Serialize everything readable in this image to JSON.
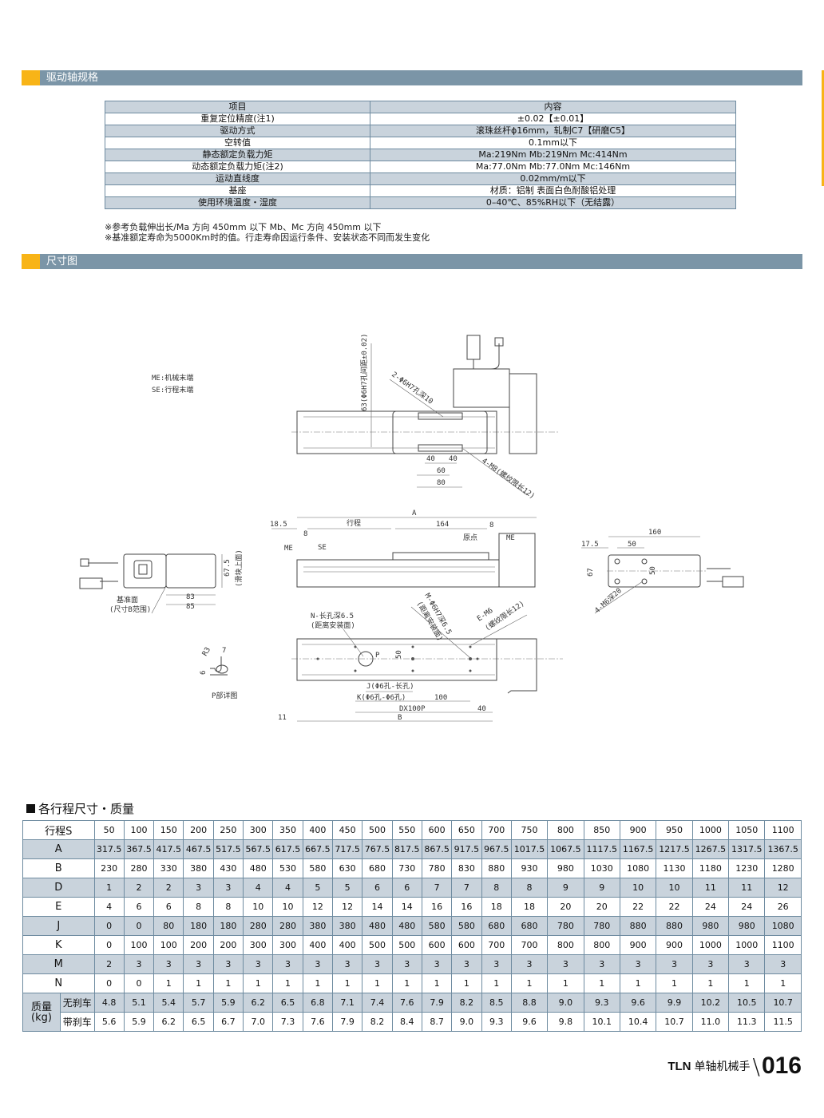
{
  "sections": {
    "drive_spec": "驱动轴规格",
    "dimensions": "尺寸图"
  },
  "spec_table": {
    "header": [
      "项目",
      "内容"
    ],
    "rows": [
      [
        "重复定位精度(注1)",
        "±0.02【±0.01】"
      ],
      [
        "驱动方式",
        "滚珠丝杆ϕ16mm，轧制C7【研磨C5】"
      ],
      [
        "空转值",
        "0.1mm以下"
      ],
      [
        "静态额定负载力矩",
        "Ma:219Nm   Mb:219Nm   Mc:414Nm"
      ],
      [
        "动态额定负载力矩(注2)",
        "Ma:77.0Nm   Mb:77.0Nm   Mc:146Nm"
      ],
      [
        "运动直线度",
        "0.02mm/m以下"
      ],
      [
        "基座",
        "材质：铝制  表面白色耐酸铝处理"
      ],
      [
        "使用环境温度・湿度",
        "0–40℃、85%RH以下（无结露）"
      ]
    ],
    "notes": [
      "※参考负载伸出长/Ma 方向 450mm 以下    Mb、Mc 方向 450mm 以下",
      "※基准额定寿命为5000Km时的值。行走寿命因运行条件、安装状态不同而发生变化"
    ]
  },
  "drawing": {
    "legend": [
      "ME:机械末端",
      "SE:行程末端"
    ],
    "top_view": {
      "pin_pitch": "63(Φ6H7孔间距±0.02)",
      "pin_holes": "2-Φ6H7孔深10",
      "tap_holes": "4-M8(螺纹限长12)",
      "d40a": "40",
      "d40b": "40",
      "d60": "60",
      "d80": "80"
    },
    "side_view": {
      "A": "A",
      "d18_5": "18.5",
      "stroke": "行程",
      "d164": "164",
      "d8a": "8",
      "d8b": "8",
      "me1": "ME",
      "se": "SE",
      "origin": "原点",
      "me2": "ME"
    },
    "bottom_view": {
      "slot": "N-长孔深6.5",
      "slot_sub": "(距离安装面)",
      "pin": "M-Φ6H7深6.5",
      "pin_sub": "(距离安装面)",
      "tap": "E-M6",
      "tap_sub": "(螺纹限长12)",
      "p": "P",
      "d50": "50",
      "J": "J(Φ6孔-长孔)",
      "K": "K(Φ6孔-Φ6孔)",
      "d100": "100",
      "dx": "DX100P",
      "d40": "40",
      "B": "B",
      "d11": "11"
    },
    "end_view_left": {
      "ref": "基准面",
      "ref_sub": "(尺寸B范围)",
      "d83": "83",
      "d85": "85",
      "d67_5": "67.5",
      "slider_top": "(滑块上面)"
    },
    "p_detail": {
      "r3": "R3",
      "d7": "7",
      "d6": "6",
      "title": "P部详图"
    },
    "end_view_right": {
      "d160": "160",
      "d17_5": "17.5",
      "d50a": "50",
      "d67": "67",
      "d50b": "50",
      "tap": "4-M6深20"
    }
  },
  "stroke_table": {
    "title": "各行程尺寸・质量",
    "stroke_label": "行程S",
    "strokes": [
      "50",
      "100",
      "150",
      "200",
      "250",
      "300",
      "350",
      "400",
      "450",
      "500",
      "550",
      "600",
      "650",
      "700",
      "750",
      "800",
      "850",
      "900",
      "950",
      "1000",
      "1050",
      "1100"
    ],
    "rows": [
      {
        "label": "A",
        "values": [
          "317.5",
          "367.5",
          "417.5",
          "467.5",
          "517.5",
          "567.5",
          "617.5",
          "667.5",
          "717.5",
          "767.5",
          "817.5",
          "867.5",
          "917.5",
          "967.5",
          "1017.5",
          "1067.5",
          "1117.5",
          "1167.5",
          "1217.5",
          "1267.5",
          "1317.5",
          "1367.5"
        ]
      },
      {
        "label": "B",
        "values": [
          "230",
          "280",
          "330",
          "380",
          "430",
          "480",
          "530",
          "580",
          "630",
          "680",
          "730",
          "780",
          "830",
          "880",
          "930",
          "980",
          "1030",
          "1080",
          "1130",
          "1180",
          "1230",
          "1280"
        ]
      },
      {
        "label": "D",
        "values": [
          "1",
          "2",
          "2",
          "3",
          "3",
          "4",
          "4",
          "5",
          "5",
          "6",
          "6",
          "7",
          "7",
          "8",
          "8",
          "9",
          "9",
          "10",
          "10",
          "11",
          "11",
          "12"
        ]
      },
      {
        "label": "E",
        "values": [
          "4",
          "6",
          "6",
          "8",
          "8",
          "10",
          "10",
          "12",
          "12",
          "14",
          "14",
          "16",
          "16",
          "18",
          "18",
          "20",
          "20",
          "22",
          "22",
          "24",
          "24",
          "26"
        ]
      },
      {
        "label": "J",
        "values": [
          "0",
          "0",
          "80",
          "180",
          "180",
          "280",
          "280",
          "380",
          "380",
          "480",
          "480",
          "580",
          "580",
          "680",
          "680",
          "780",
          "780",
          "880",
          "880",
          "980",
          "980",
          "1080"
        ]
      },
      {
        "label": "K",
        "values": [
          "0",
          "100",
          "100",
          "200",
          "200",
          "300",
          "300",
          "400",
          "400",
          "500",
          "500",
          "600",
          "600",
          "700",
          "700",
          "800",
          "800",
          "900",
          "900",
          "1000",
          "1000",
          "1100"
        ]
      },
      {
        "label": "M",
        "values": [
          "2",
          "3",
          "3",
          "3",
          "3",
          "3",
          "3",
          "3",
          "3",
          "3",
          "3",
          "3",
          "3",
          "3",
          "3",
          "3",
          "3",
          "3",
          "3",
          "3",
          "3",
          "3"
        ]
      },
      {
        "label": "N",
        "values": [
          "0",
          "0",
          "1",
          "1",
          "1",
          "1",
          "1",
          "1",
          "1",
          "1",
          "1",
          "1",
          "1",
          "1",
          "1",
          "1",
          "1",
          "1",
          "1",
          "1",
          "1",
          "1"
        ]
      }
    ],
    "mass_label": "质量",
    "mass_unit": "(kg)",
    "mass_rows": [
      {
        "label": "无刹车",
        "values": [
          "4.8",
          "5.1",
          "5.4",
          "5.7",
          "5.9",
          "6.2",
          "6.5",
          "6.8",
          "7.1",
          "7.4",
          "7.6",
          "7.9",
          "8.2",
          "8.5",
          "8.8",
          "9.0",
          "9.3",
          "9.6",
          "9.9",
          "10.2",
          "10.5",
          "10.7"
        ]
      },
      {
        "label": "带刹车",
        "values": [
          "5.6",
          "5.9",
          "6.2",
          "6.5",
          "6.7",
          "7.0",
          "7.3",
          "7.6",
          "7.9",
          "8.2",
          "8.4",
          "8.7",
          "9.0",
          "9.3",
          "9.6",
          "9.8",
          "10.1",
          "10.4",
          "10.7",
          "11.0",
          "11.3",
          "11.5"
        ]
      }
    ]
  },
  "footer": {
    "brand": "TLN",
    "series": "单轴机械手",
    "page": "016"
  },
  "colors": {
    "accent": "#f8b417",
    "bar": "#7b95a7",
    "row_shade": "#c9d3dc",
    "border": "#6e8ba0"
  }
}
